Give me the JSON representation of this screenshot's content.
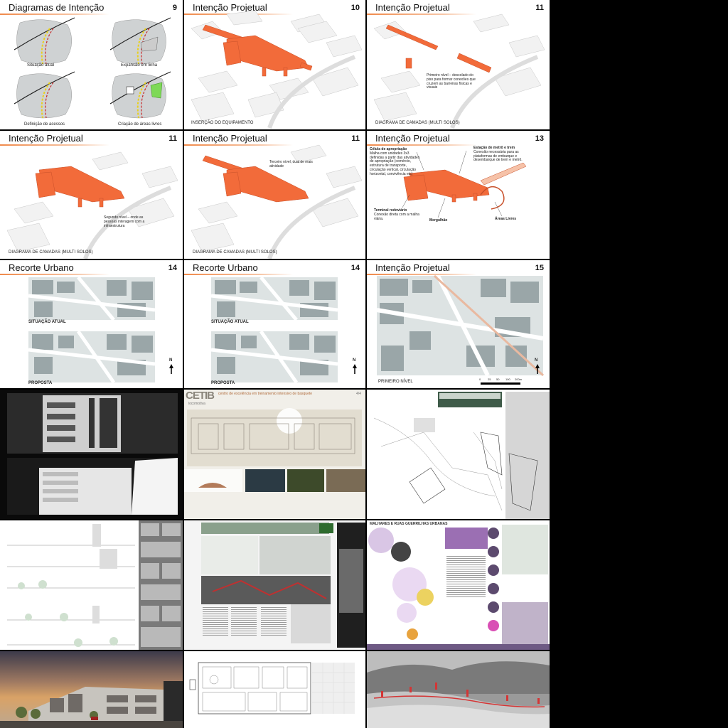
{
  "slides": [
    {
      "title": "Diagramas de Intenção",
      "number": "9",
      "captions": [
        "Situação atual",
        "Expansão em linha",
        "Definição de acessos",
        "Criação de áreas livres"
      ]
    },
    {
      "title": "Intenção Projetual",
      "number": "10",
      "caption": "INSERÇÃO DO EQUIPAMENTO"
    },
    {
      "title": "Intenção Projetual",
      "number": "11",
      "caption": "DIAGRAMA DE CAMADAS (MULTI SOLOS)",
      "note": "Primeiro nível – descolado do piso para formar conexões que cruzem as barreiras físicas e visuais"
    },
    {
      "title": "Intenção Projetual",
      "number": "11",
      "caption": "DIAGRAMA DE CAMADAS (MULTI SOLOS)",
      "note": "Segundo nível – onde as pessoas interagem com a infraestrutura"
    },
    {
      "title": "Intenção Projetual",
      "number": "11",
      "caption": "DIAGRAMA DE CAMADAS (MULTI SOLOS)",
      "note": "Terceiro nível, dual de mais atividade"
    },
    {
      "title": "Intenção Projetual",
      "number": "13",
      "labels": {
        "cell_title": "Célula de apropriação",
        "cell_text": "Malha com unidades 3x3 definidas a partir das atividades de apropriação (comércio, estrutura de transporte, circulação vertical, circulação horizontal, convivência etc)",
        "station_title": "Estação de metrô e trem",
        "station_text": "Conexão necessária para as plataformas de embarque e desembarque de trem e metrô.",
        "terminal_title": "Terminal rodoviário",
        "terminal_text": "Conexão direta com a malha viária.",
        "mergulhao": "Mergulhão",
        "areas": "Áreas Livres"
      }
    },
    {
      "title": "Recorte Urbano",
      "number": "14",
      "top_label": "SITUAÇÃO ATUAL",
      "bottom_label": "PROPOSTA",
      "north": "N"
    },
    {
      "title": "Recorte Urbano",
      "number": "14",
      "top_label": "SITUAÇÃO ATUAL",
      "bottom_label": "PROPOSTA",
      "north": "N"
    },
    {
      "title": "Intenção Projetual",
      "number": "15",
      "caption": "PRIMEIRO NÍVEL",
      "north": "N",
      "scale": [
        "0",
        "25",
        "50",
        "100",
        "200m"
      ]
    }
  ],
  "board_cetib": {
    "logo": "CETIB",
    "subtitle": "centro de excelência em treinamento intensivo de basquete",
    "sub2": "locomotiva",
    "page": "4/4"
  },
  "board_urban": {
    "title": "MALHARES E RUAS GUERRILHAS URBANAS"
  },
  "colors": {
    "accent": "#f26b3a",
    "map_block": "#9aa6a8",
    "rule": "#f08a4b"
  }
}
